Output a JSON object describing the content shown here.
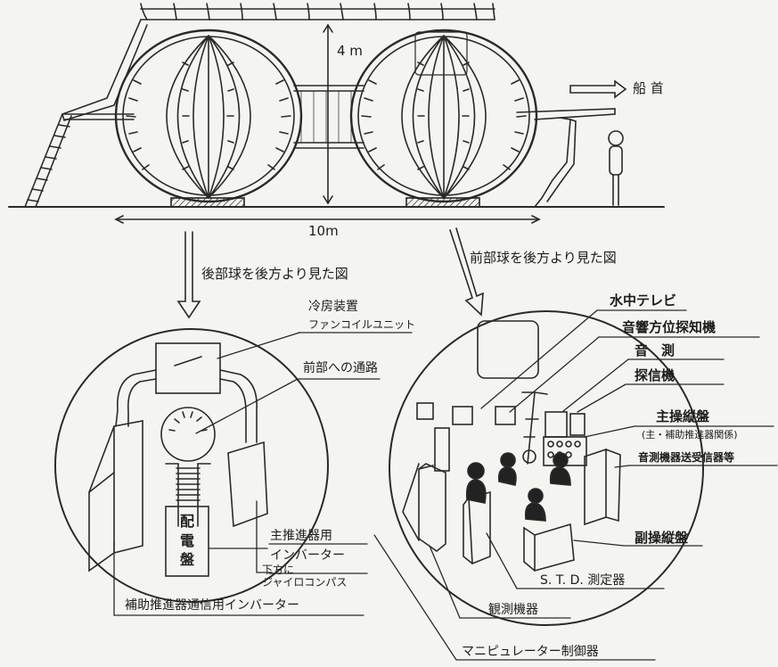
{
  "top": {
    "height_label": "4 m",
    "length_label": "10m",
    "bow_label": "船 首"
  },
  "captions": {
    "rear_view": "後部球を後方より見た図",
    "front_view": "前部球を後方より見た図"
  },
  "rear_sphere": {
    "aircon_label": "冷房装置",
    "aircon_sub": "ファンコイルユニット",
    "passage_label": "前部への通路",
    "panel_chars": [
      "配",
      "電",
      "盤"
    ],
    "main_inverter_label": "主推進器用",
    "main_inverter_label2": "インバーター",
    "gyro_label1": "下方に",
    "gyro_label2": "ジャイロコンパス",
    "aux_inverter_label": "補助推進器通信用インバーター"
  },
  "front_sphere": {
    "tv_label": "水中テレビ",
    "sonar_dir_label": "音響方位探知機",
    "echo_label": "音　測",
    "pinger_label": "探信機",
    "main_console_label": "主操縦盤",
    "main_console_sub": "(主・補助推進器関係)",
    "echo_tx_label": "音測機器送受信器等",
    "sub_console_label": "副操縦盤",
    "std_label": "S. T. D. 測定器",
    "obs_label": "観測機器",
    "manip_label": "マニピュレーター制御器"
  }
}
